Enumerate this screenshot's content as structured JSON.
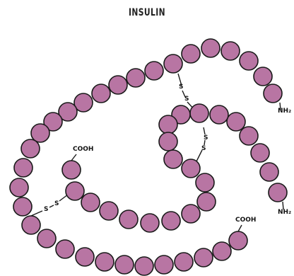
{
  "title": "INSULIN",
  "chains": [
    {
      "name": "",
      "n_terminus": "NH₂",
      "c_terminus": "COOH"
    },
    {
      "name": "",
      "n_terminus": "NH₂",
      "c_terminus": "COOH"
    }
  ],
  "disulfide_bond_atom": "S",
  "colors": {
    "bead_fill": "#b875a3",
    "bead_stroke": "#1a1a1a",
    "bond_line": "#1a1a1a"
  }
}
